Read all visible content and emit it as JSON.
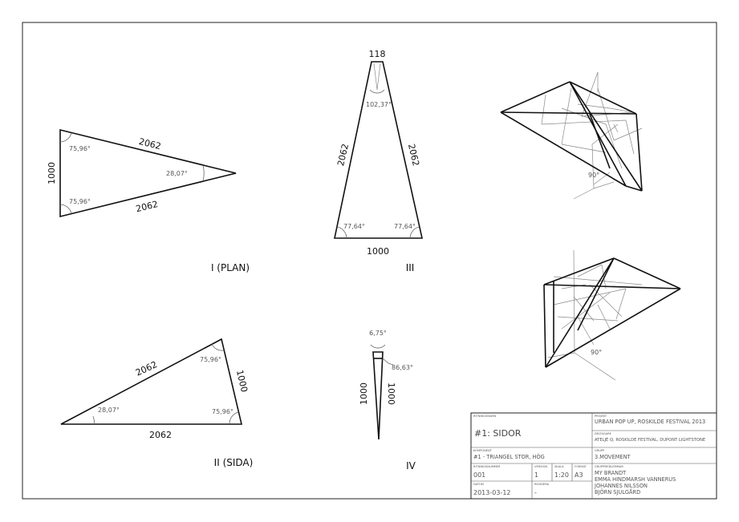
{
  "views": {
    "plan": {
      "label": "I (PLAN)",
      "dims": {
        "top": "2062",
        "bottom": "2062",
        "left": "1000"
      },
      "angles": {
        "top_left": "75,96°",
        "bottom_left": "75,96°",
        "tip": "28,07°"
      }
    },
    "sida": {
      "label": "II (SIDA)",
      "dims": {
        "hyp": "2062",
        "right": "1000",
        "bottom": "2062"
      },
      "angles": {
        "top": "75,96°",
        "bottom_right": "75,96°",
        "tip": "28,07°"
      }
    },
    "front": {
      "label": "III",
      "dims": {
        "top": "118",
        "left": "2062",
        "right": "2062",
        "bottom": "1000"
      },
      "angles": {
        "top": "102,37°",
        "bottom_left": "77,64°",
        "bottom_right": "77,64°"
      }
    },
    "end": {
      "label": "IV",
      "dims": {
        "left": "1000",
        "right": "1000"
      },
      "angles": {
        "top": "6,75°",
        "side": "86,63°"
      }
    },
    "iso": {
      "angle_top": "90°",
      "angle_bottom": "90°"
    }
  },
  "title_block": {
    "drawing_name_label": "RITNINGSNAMN",
    "drawing_name": "#1: SIDOR",
    "project_label": "PROJEKT",
    "project": "URBAN POP UP, ROSKILDE FESTIVAL 2013",
    "participants_label": "DELTAGARE",
    "participants": "ATELJÉ Q, ROSKILDE FESTIVAL, DUPONT LIGHTSTONE",
    "component_label": "KOMPONENT",
    "component": "#1 - TRIANGEL STOR, HÖG",
    "group_label": "GRUPP",
    "group": "3.MOVEMENT",
    "drawing_no_label": "RITNINGSNUMMER",
    "drawing_no": "001",
    "version_label": "VERSION",
    "version": "1",
    "scale_label": "SKALA",
    "scale": "1:20",
    "format_label": "FORMAT",
    "format": "A3",
    "members_label": "GRUPPMEDLEMMAR",
    "members": [
      "MY BRANDT",
      "EMMA HINDMARSH VANNERUS",
      "JOHANNES NILSSON",
      "BJÖRN SJULGÅRD"
    ],
    "date_label": "DATUM",
    "date": "2013-03-12",
    "revision_label": "REVIDERA",
    "revision": "-"
  }
}
